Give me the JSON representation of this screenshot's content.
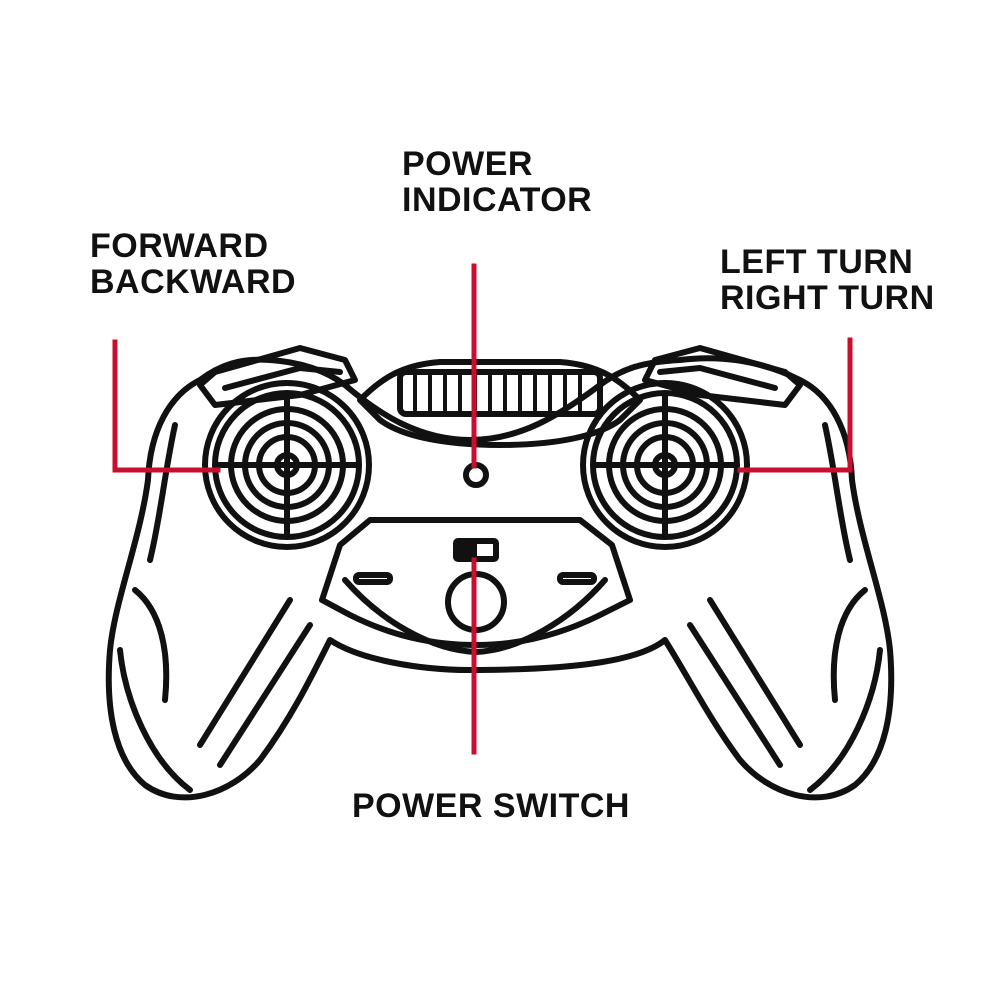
{
  "labels": {
    "power_indicator": {
      "line1": "POWER",
      "line2": "INDICATOR"
    },
    "forward_backward": {
      "line1": "FORWARD",
      "line2": "BACKWARD"
    },
    "left_right_turn": {
      "line1": "LEFT TURN",
      "line2": "RIGHT TURN"
    },
    "power_switch": {
      "line1": "POWER SWITCH"
    }
  },
  "colors": {
    "outline": "#111111",
    "leader_line": "#c8102e",
    "background": "#ffffff"
  }
}
